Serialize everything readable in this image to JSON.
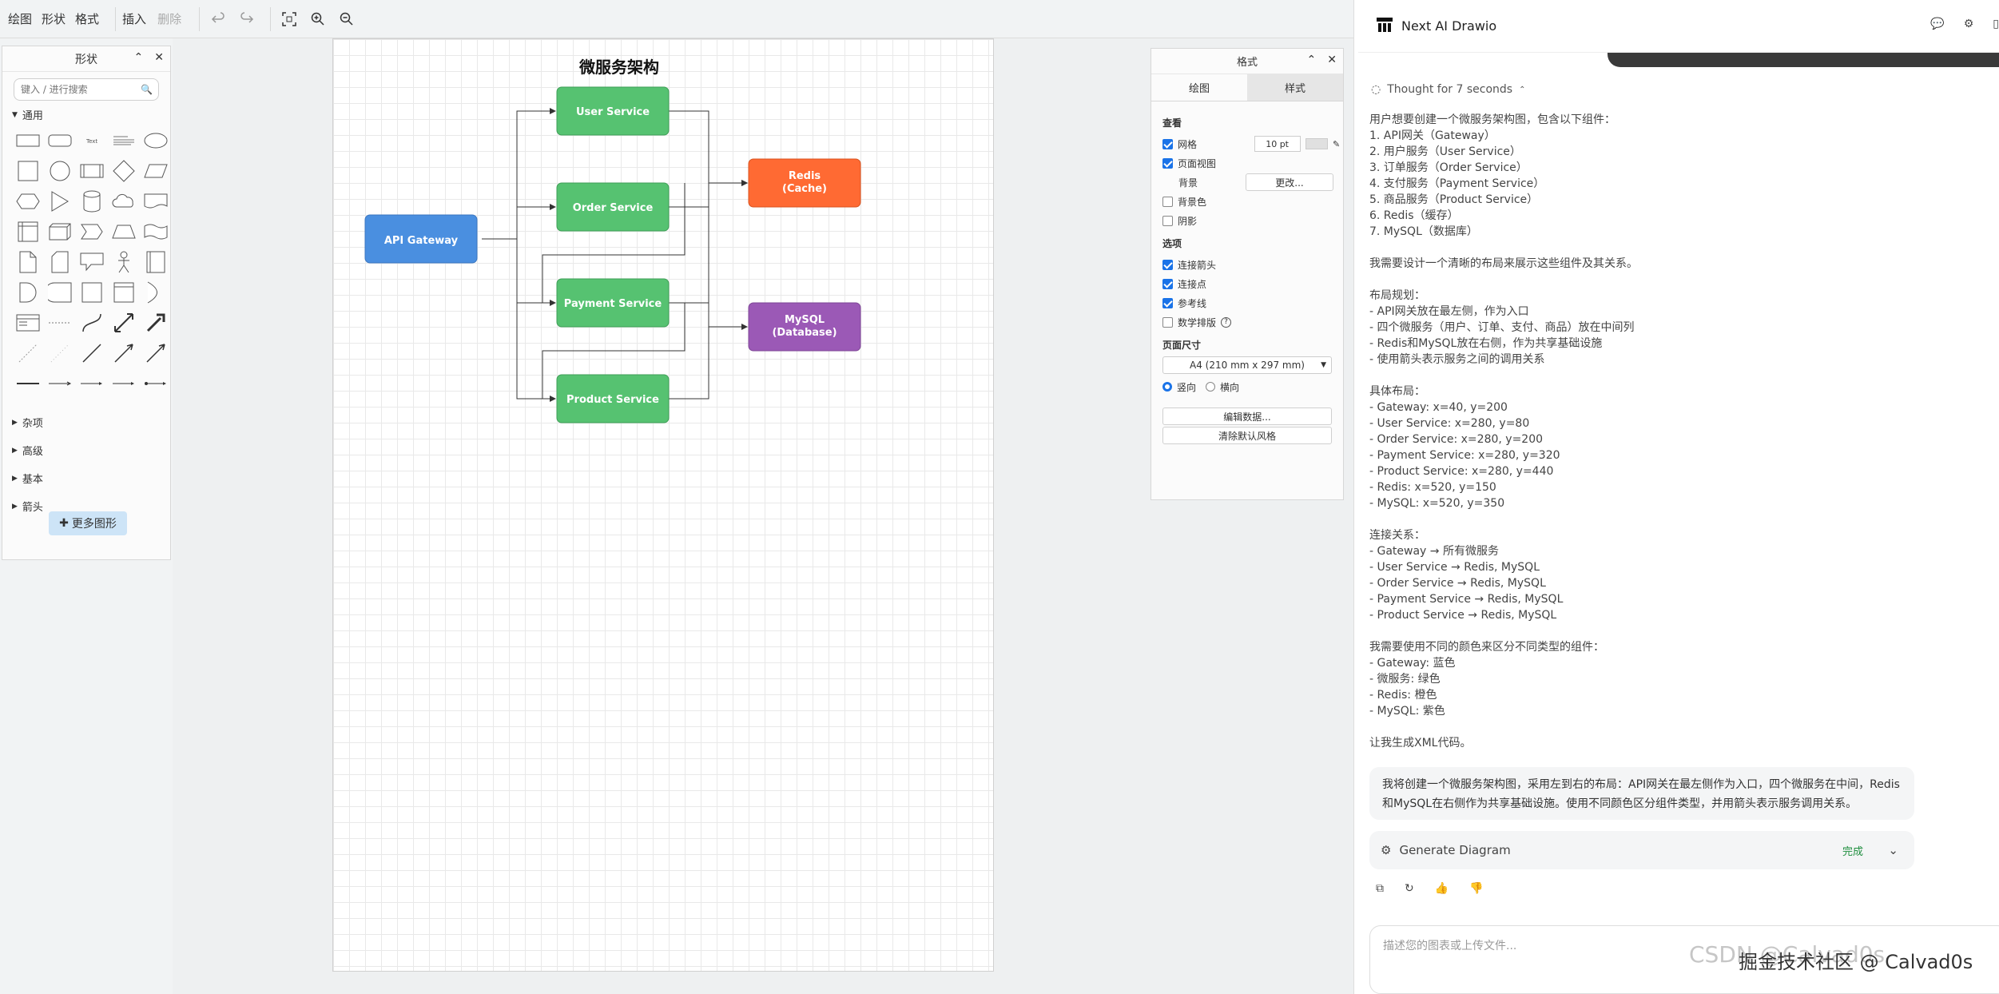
{
  "menubar": {
    "menus": [
      "绘图",
      "形状",
      "格式"
    ],
    "insert_label": "插入",
    "delete_label": "删除"
  },
  "shapes_panel": {
    "title": "形状",
    "search_placeholder": "键入 / 进行搜索",
    "section_general": "通用",
    "sections": [
      "杂项",
      "高级",
      "基本",
      "箭头"
    ],
    "more_shapes_label": "更多图形"
  },
  "diagram": {
    "title": "微服务架构",
    "nodes": [
      {
        "id": "gateway",
        "label": "API Gateway",
        "color": "#4a8fe0"
      },
      {
        "id": "user",
        "label": "User Service",
        "color": "#56c271"
      },
      {
        "id": "order",
        "label": "Order Service",
        "color": "#56c271"
      },
      {
        "id": "payment",
        "label": "Payment Service",
        "color": "#56c271"
      },
      {
        "id": "product",
        "label": "Product Service",
        "color": "#56c271"
      },
      {
        "id": "redis",
        "label": "Redis\n(Cache)",
        "color": "#ff6a33"
      },
      {
        "id": "mysql",
        "label": "MySQL\n(Database)",
        "color": "#9b59b6"
      }
    ]
  },
  "format_panel": {
    "title": "格式",
    "tab_diagram": "绘图",
    "tab_style": "样式",
    "view_label": "查看",
    "grid_label": "网格",
    "grid_size": "10 pt",
    "page_view_label": "页面视图",
    "background_label": "背景",
    "change_button": "更改...",
    "bg_color_label": "背景色",
    "shadow_label": "阴影",
    "options_label": "选项",
    "connect_arrows_label": "连接箭头",
    "connection_points_label": "连接点",
    "guides_label": "参考线",
    "math_label": "数学排版",
    "page_size_label": "页面尺寸",
    "page_size_value": "A4 (210 mm x 297 mm)",
    "portrait_label": "竖向",
    "landscape_label": "横向",
    "edit_data_button": "编辑数据...",
    "clear_style_button": "清除默认风格"
  },
  "chat": {
    "brand": "Next AI Drawio",
    "thought_label": "Thought for 7 seconds",
    "thinking_lines": [
      "用户想要创建一个微服务架构图，包含以下组件：",
      "1. API网关（Gateway）",
      "2. 用户服务（User Service）",
      "3. 订单服务（Order Service）",
      "4. 支付服务（Payment Service）",
      "5. 商品服务（Product Service）",
      "6. Redis（缓存）",
      "7. MySQL（数据库）",
      "",
      "我需要设计一个清晰的布局来展示这些组件及其关系。",
      "",
      "布局规划：",
      "- API网关放在最左侧，作为入口",
      "- 四个微服务（用户、订单、支付、商品）放在中间列",
      "- Redis和MySQL放在右侧，作为共享基础设施",
      "- 使用箭头表示服务之间的调用关系",
      "",
      "具体布局：",
      "- Gateway: x=40, y=200",
      "- User Service: x=280, y=80",
      "- Order Service: x=280, y=200",
      "- Payment Service: x=280, y=320",
      "- Product Service: x=280, y=440",
      "- Redis: x=520, y=150",
      "- MySQL: x=520, y=350",
      "",
      "连接关系：",
      "- Gateway → 所有微服务",
      "- User Service → Redis, MySQL",
      "- Order Service → Redis, MySQL",
      "- Payment Service → Redis, MySQL",
      "- Product Service → Redis, MySQL",
      "",
      "我需要使用不同的颜色来区分不同类型的组件：",
      "- Gateway: 蓝色",
      "- 微服务: 绿色",
      "- Redis: 橙色",
      "- MySQL: 紫色",
      "",
      "让我生成XML代码。"
    ],
    "reply": "我将创建一个微服务架构图，采用左到右的布局：API网关在最左侧作为入口，四个微服务在中间，Redis和MySQL在右侧作为共享基础设施。使用不同颜色区分组件类型，并用箭头表示服务调用关系。",
    "tool_name": "Generate Diagram",
    "tool_status": "完成",
    "input_placeholder": "描述您的图表或上传文件..."
  },
  "watermark": "CSDN @Calvad0s",
  "watermark_overlay": "掘金技术社区 @ Calvad0s"
}
